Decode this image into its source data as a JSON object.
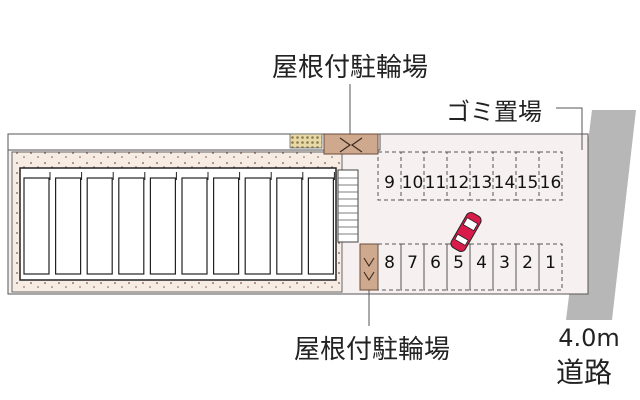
{
  "labels": {
    "bike_parking_top": "屋根付駐輪場",
    "garbage_area": "ゴミ置場",
    "bike_parking_bottom": "屋根付駐輪場",
    "road_width": "4.0m",
    "road_name": "道路"
  },
  "parking": {
    "top_row": [
      "9",
      "10",
      "11",
      "12",
      "13",
      "14",
      "15",
      "16"
    ],
    "bottom_row": [
      "8",
      "7",
      "6",
      "5",
      "4",
      "3",
      "2",
      "1"
    ],
    "highlighted": "5"
  },
  "colors": {
    "paving": "#f3ecea",
    "gravel": "#f7ece4",
    "bike_shelter": "#cfa98e",
    "road": "#b7b7b7",
    "line": "#333333",
    "car_body": "#d81b4a"
  }
}
